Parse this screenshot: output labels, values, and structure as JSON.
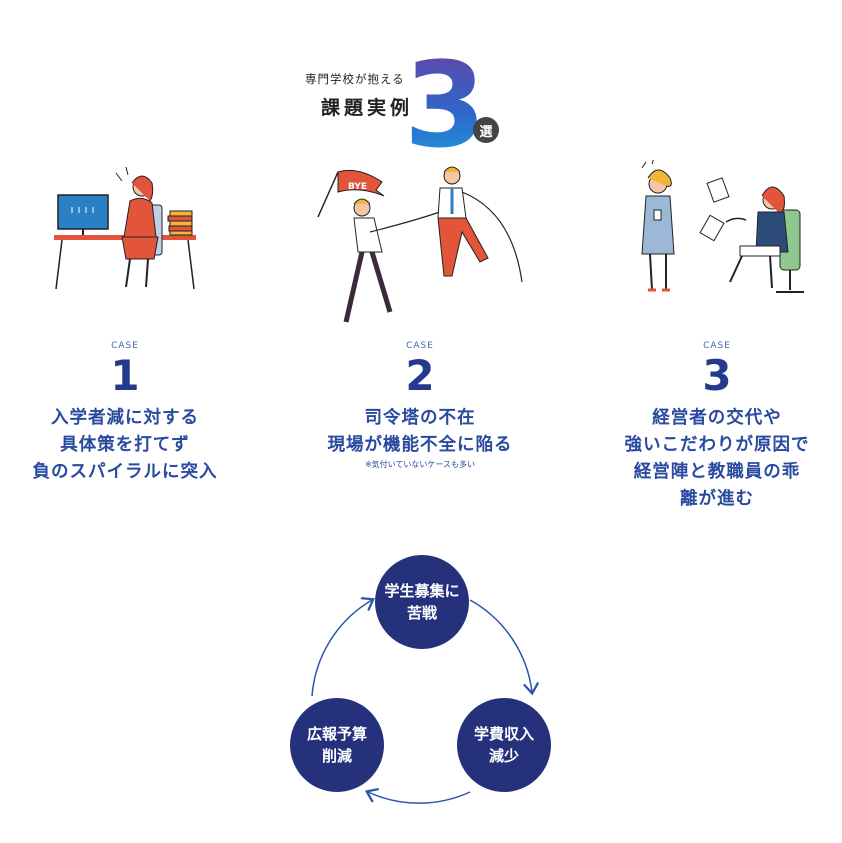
{
  "header": {
    "small": "専門学校が抱える",
    "big": "課題実例",
    "number": "3",
    "badge": "選"
  },
  "cases": [
    {
      "label": "CASE",
      "number": "1",
      "title_lines": [
        "入学者減に対する",
        "具体策を打てず",
        "負のスパイラルに突入"
      ],
      "note": ""
    },
    {
      "label": "CASE",
      "number": "2",
      "title_lines": [
        "司令塔の不在",
        "現場が機能不全に陥る"
      ],
      "note": "※気付いていないケースも多い"
    },
    {
      "label": "CASE",
      "number": "3",
      "title_lines": [
        "経営者の交代や",
        "強いこだわりが原因で",
        "経営陣と教職員の乖",
        "離が進む"
      ],
      "note": ""
    }
  ],
  "illustrations": {
    "case1": "overwhelmed-office-worker-illustration",
    "case2": "bye-flag-runner-illustration",
    "case3": "angry-boss-illustration",
    "flag_text": "BYE"
  },
  "cycle": [
    {
      "lines": [
        "学生募集に",
        "苦戦"
      ]
    },
    {
      "lines": [
        "学費収入",
        "減少"
      ]
    },
    {
      "lines": [
        "広報予算",
        "削減"
      ]
    }
  ],
  "colors": {
    "primary": "#26317c",
    "accent_blue": "#1aa0e0",
    "accent_purple": "#6a3fa0"
  }
}
